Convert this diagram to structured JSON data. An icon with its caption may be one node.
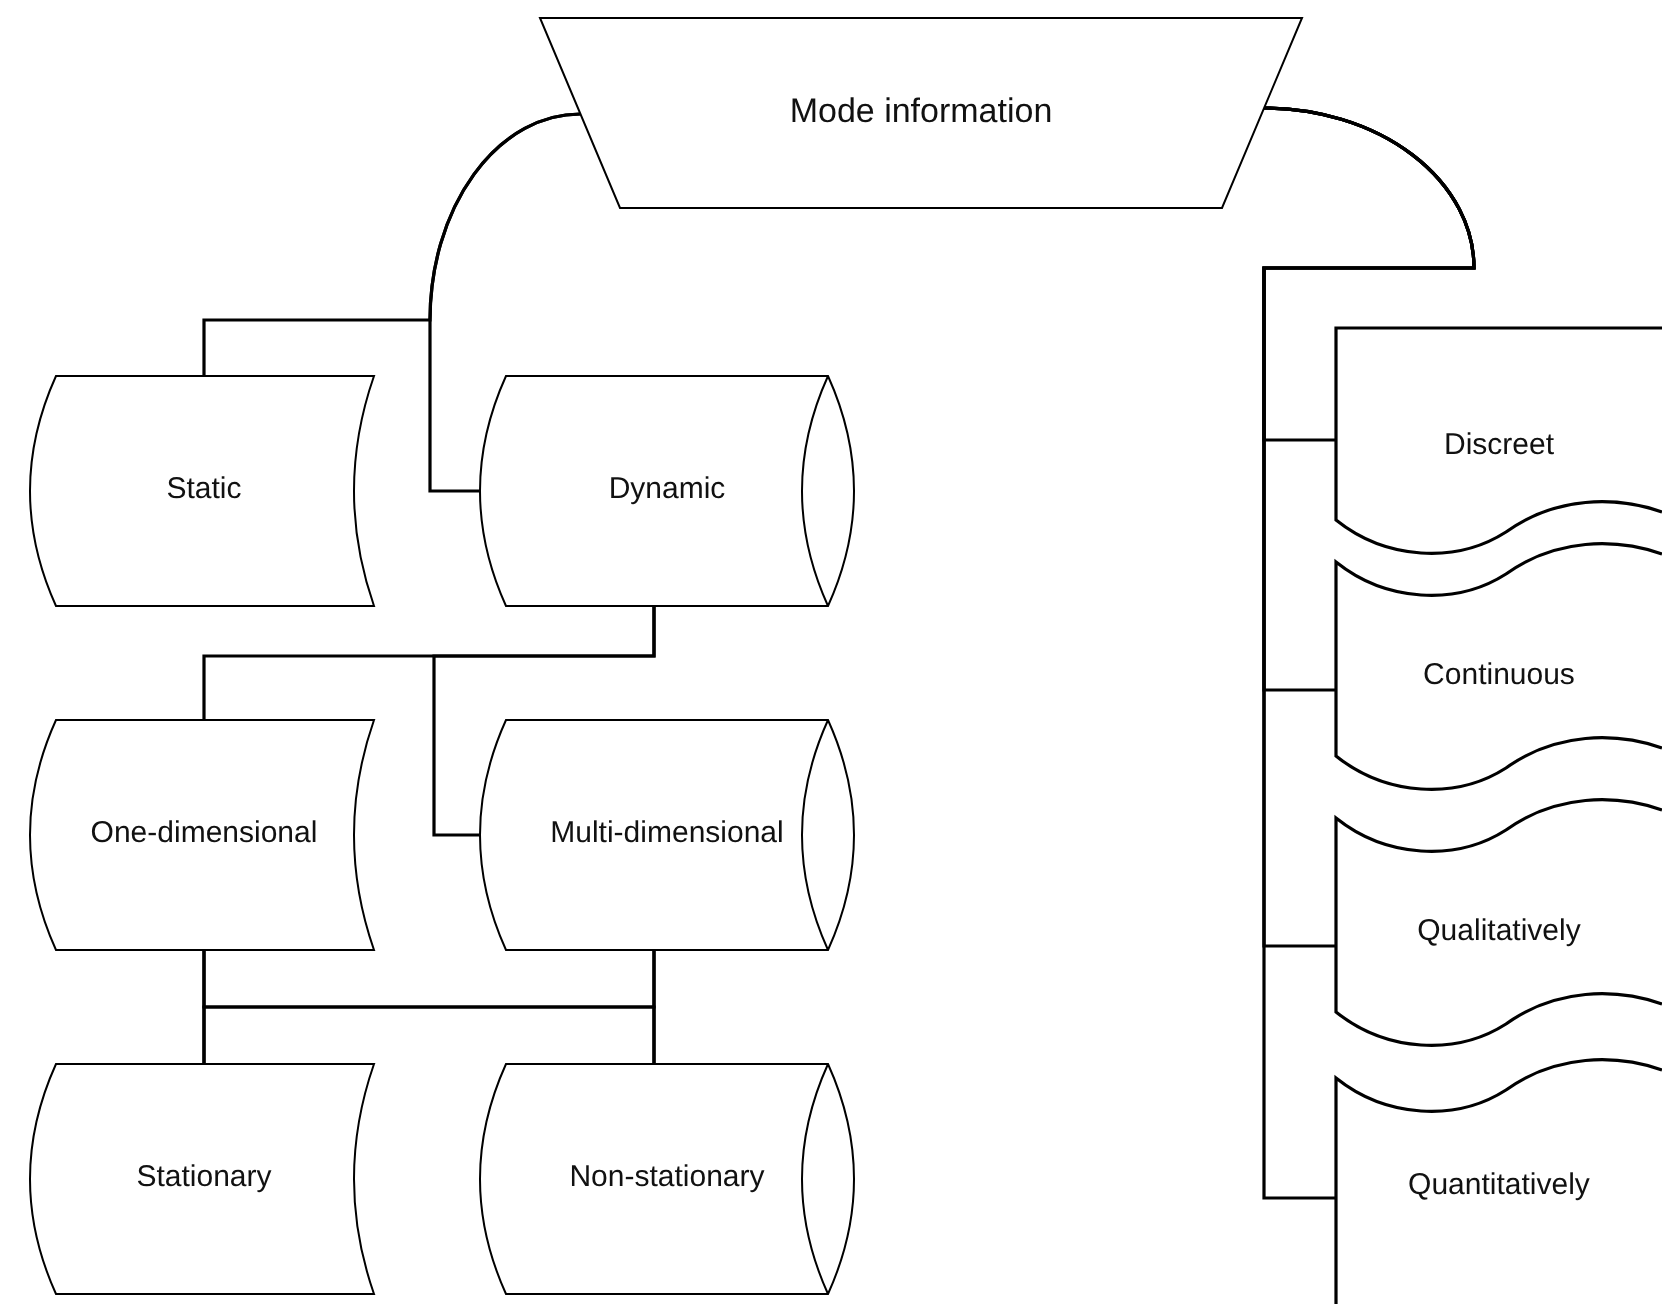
{
  "diagram": {
    "nodes": [
      {
        "text": [
          "Mode information"
        ]
      },
      {
        "text": [
          "Static"
        ]
      },
      {
        "text": [
          "Dynamic"
        ]
      },
      {
        "text": [
          "One-dimensional"
        ]
      },
      {
        "text": [
          "Multi-dimensional"
        ]
      },
      {
        "text": [
          "Stationary"
        ]
      },
      {
        "text": [
          "Non-stationary"
        ]
      },
      {
        "text": [
          "Discreet"
        ]
      },
      {
        "text": [
          "Continuous"
        ]
      },
      {
        "text": [
          "Qualitatively"
        ]
      },
      {
        "text": [
          "Quantitatively"
        ]
      }
    ],
    "edges": [
      {
        "from": 0,
        "to": 1,
        "arrow": "none"
      },
      {
        "from": 0,
        "to": 2,
        "arrow": "none"
      },
      {
        "from": 2,
        "to": 3,
        "arrow": "none"
      },
      {
        "from": 2,
        "to": 4,
        "arrow": "none"
      },
      {
        "from": 3,
        "to": 5,
        "arrow": "none"
      },
      {
        "from": 3,
        "to": 6,
        "arrow": "none"
      },
      {
        "from": 4,
        "to": 5,
        "arrow": "none"
      },
      {
        "from": 4,
        "to": 6,
        "arrow": "none"
      },
      {
        "from": 0,
        "to": 7,
        "arrow": "none"
      },
      {
        "from": 0,
        "to": 8,
        "arrow": "none"
      },
      {
        "from": 0,
        "to": 9,
        "arrow": "none"
      },
      {
        "from": 0,
        "to": 10,
        "arrow": "none"
      }
    ]
  }
}
